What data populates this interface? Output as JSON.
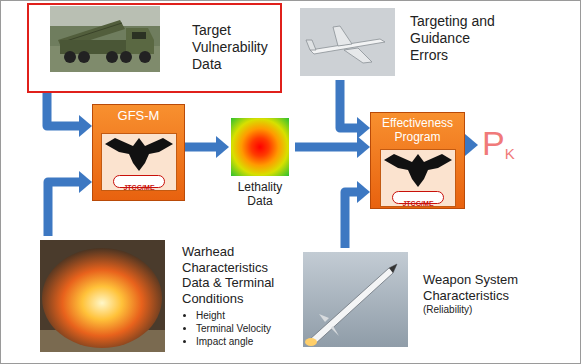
{
  "diagram": {
    "nodes": [
      {
        "text": [
          "Target Vulnerability Data"
        ]
      },
      {
        "text": [
          "Targeting and Guidance Errors"
        ]
      },
      {
        "text": [
          "GFS-M"
        ]
      },
      {
        "text": [
          "Lethality Data"
        ]
      },
      {
        "text": [
          "Effectiveness Program"
        ]
      },
      {
        "text": [
          "P",
          "K"
        ]
      },
      {
        "text": [
          "Warhead Characteristics Data & Terminal Conditions",
          "Height",
          "Terminal Velocity",
          "Impact angle"
        ]
      },
      {
        "text": [
          "Weapon System Characteristics",
          "(Reliability)"
        ]
      }
    ],
    "edges": [
      {
        "from": 0,
        "to": 2,
        "arrow": "to"
      },
      {
        "from": 6,
        "to": 2,
        "arrow": "to"
      },
      {
        "from": 2,
        "to": 3,
        "arrow": "to"
      },
      {
        "from": 3,
        "to": 4,
        "arrow": "to"
      },
      {
        "from": 1,
        "to": 4,
        "arrow": "to"
      },
      {
        "from": 7,
        "to": 4,
        "arrow": "to"
      },
      {
        "from": 4,
        "to": 5,
        "arrow": "to"
      }
    ],
    "labels": [
      "JTCG/ME",
      "JTCG/ME"
    ]
  }
}
